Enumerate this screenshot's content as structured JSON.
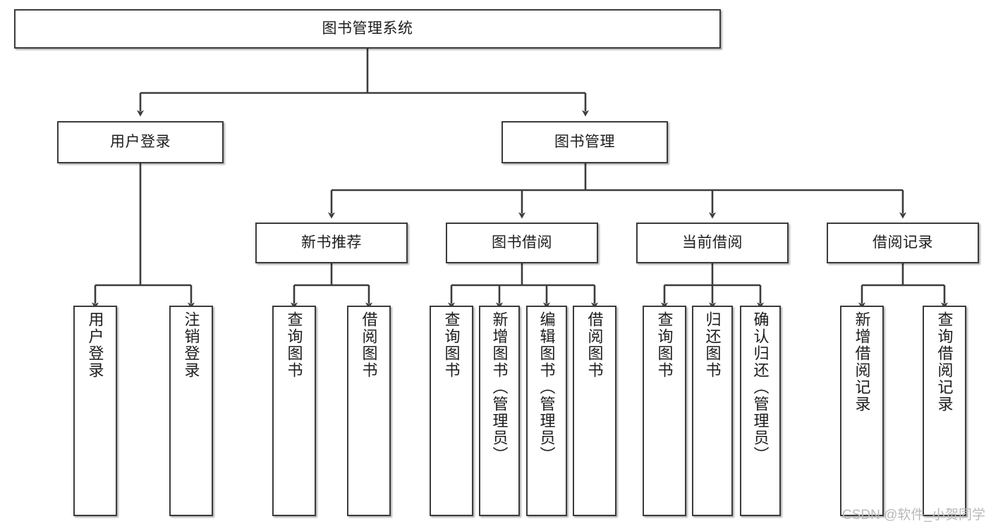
{
  "diagram": {
    "title": "图书管理系统",
    "type": "tree-hierarchy-diagram",
    "colors": {
      "stroke": "#3c3c3c",
      "fill": "#ffffff",
      "text": "#1d1d1d",
      "watermark": "#b9b9b9"
    },
    "root": {
      "label": "图书管理系统"
    },
    "level1": [
      {
        "label": "用户登录"
      },
      {
        "label": "图书管理"
      }
    ],
    "level2": [
      {
        "label": "新书推荐"
      },
      {
        "label": "图书借阅"
      },
      {
        "label": "当前借阅"
      },
      {
        "label": "借阅记录"
      }
    ],
    "leaves": {
      "user_login": [
        {
          "label": "用户登录"
        },
        {
          "label": "注销登录"
        }
      ],
      "new_book_recommend": [
        {
          "label": "查询图书"
        },
        {
          "label": "借阅图书"
        }
      ],
      "book_borrow": [
        {
          "label": "查询图书"
        },
        {
          "label": "新增图书（管理员）"
        },
        {
          "label": "编辑图书（管理员）"
        },
        {
          "label": "借阅图书"
        }
      ],
      "current_borrow": [
        {
          "label": "查询图书"
        },
        {
          "label": "归还图书"
        },
        {
          "label": "确认归还（管理员）"
        }
      ],
      "borrow_records": [
        {
          "label": "新增借阅记录"
        },
        {
          "label": "查询借阅记录"
        }
      ]
    },
    "watermark": "CSDN @软件_小贺同学"
  }
}
